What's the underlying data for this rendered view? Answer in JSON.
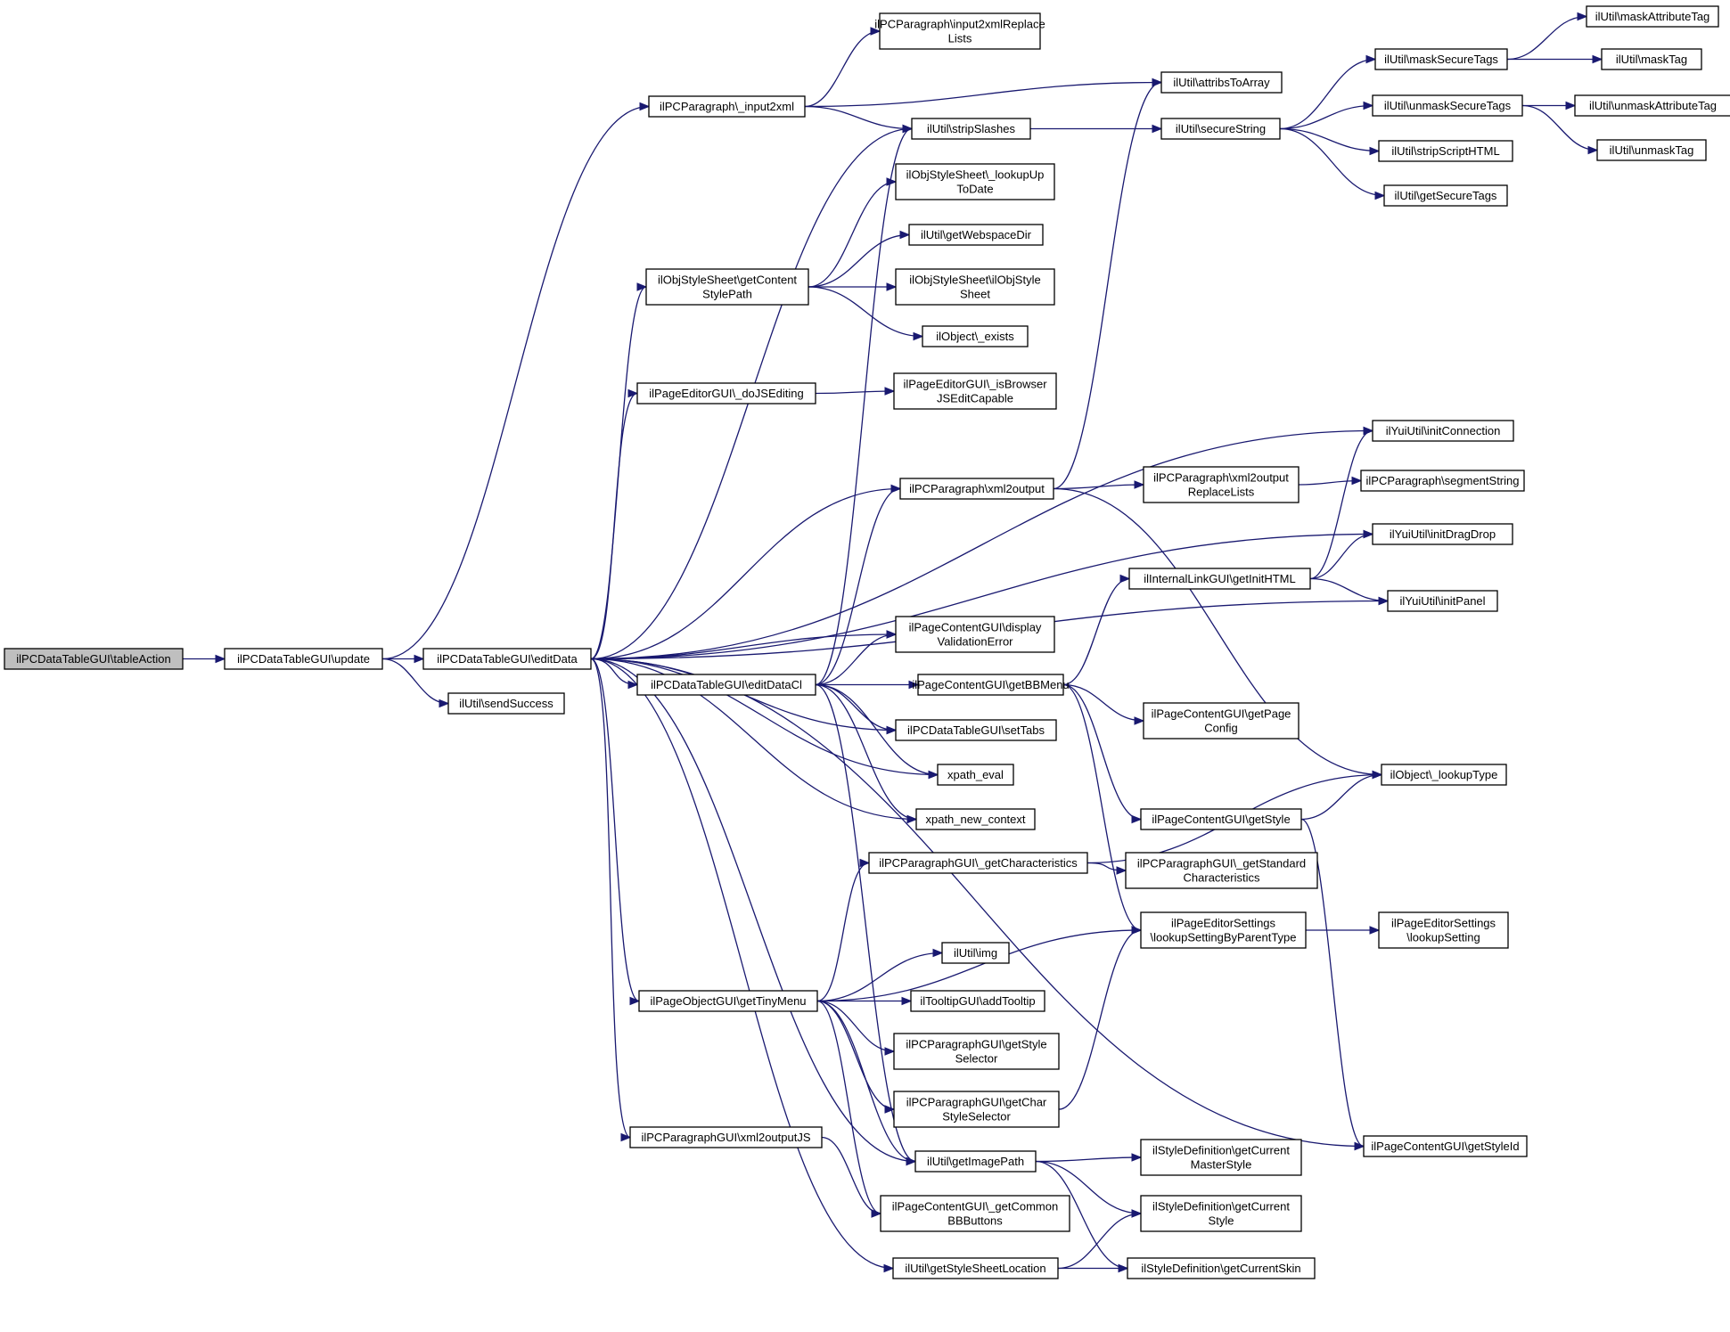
{
  "nodes": [
    {
      "id": "tableAction",
      "lines": [
        "ilPCDataTableGUI\\tableAction"
      ],
      "root": true
    },
    {
      "id": "update",
      "lines": [
        "ilPCDataTableGUI\\update"
      ]
    },
    {
      "id": "editData",
      "lines": [
        "ilPCDataTableGUI\\editData"
      ]
    },
    {
      "id": "sendSuccess",
      "lines": [
        "ilUtil\\sendSuccess"
      ]
    },
    {
      "id": "input2xml",
      "lines": [
        "ilPCParagraph\\_input2xml"
      ]
    },
    {
      "id": "input2xmlRL",
      "lines": [
        "ilPCParagraph\\input2xmlReplace",
        "Lists"
      ]
    },
    {
      "id": "attribsToArray",
      "lines": [
        "ilUtil\\attribsToArray"
      ]
    },
    {
      "id": "stripSlashes",
      "lines": [
        "ilUtil\\stripSlashes"
      ]
    },
    {
      "id": "secureString",
      "lines": [
        "ilUtil\\secureString"
      ]
    },
    {
      "id": "maskSecureTags",
      "lines": [
        "ilUtil\\maskSecureTags"
      ]
    },
    {
      "id": "maskAttributeTag",
      "lines": [
        "ilUtil\\maskAttributeTag"
      ]
    },
    {
      "id": "maskTag",
      "lines": [
        "ilUtil\\maskTag"
      ]
    },
    {
      "id": "unmaskSecureTags",
      "lines": [
        "ilUtil\\unmaskSecureTags"
      ]
    },
    {
      "id": "unmaskAttributeTag",
      "lines": [
        "ilUtil\\unmaskAttributeTag"
      ]
    },
    {
      "id": "unmaskTag",
      "lines": [
        "ilUtil\\unmaskTag"
      ]
    },
    {
      "id": "stripScriptHTML",
      "lines": [
        "ilUtil\\stripScriptHTML"
      ]
    },
    {
      "id": "getSecureTags",
      "lines": [
        "ilUtil\\getSecureTags"
      ]
    },
    {
      "id": "lookupUpToDate",
      "lines": [
        "ilObjStyleSheet\\_lookupUp",
        "ToDate"
      ]
    },
    {
      "id": "getContentStylePath",
      "lines": [
        "ilObjStyleSheet\\getContent",
        "StylePath"
      ]
    },
    {
      "id": "getWebspaceDir",
      "lines": [
        "ilUtil\\getWebspaceDir"
      ]
    },
    {
      "id": "ilObjStyleSheet",
      "lines": [
        "ilObjStyleSheet\\ilObjStyle",
        "Sheet"
      ]
    },
    {
      "id": "objExists",
      "lines": [
        "ilObject\\_exists"
      ]
    },
    {
      "id": "doJSEditing",
      "lines": [
        "ilPageEditorGUI\\_doJSEditing"
      ]
    },
    {
      "id": "isBrowserJS",
      "lines": [
        "ilPageEditorGUI\\_isBrowser",
        "JSEditCapable"
      ]
    },
    {
      "id": "initConnection",
      "lines": [
        "ilYuiUtil\\initConnection"
      ]
    },
    {
      "id": "xml2output",
      "lines": [
        "ilPCParagraph\\xml2output"
      ]
    },
    {
      "id": "xml2outputRL",
      "lines": [
        "ilPCParagraph\\xml2output",
        "ReplaceLists"
      ]
    },
    {
      "id": "segmentString",
      "lines": [
        "ilPCParagraph\\segmentString"
      ]
    },
    {
      "id": "initDragDrop",
      "lines": [
        "ilYuiUtil\\initDragDrop"
      ]
    },
    {
      "id": "getInitHTML",
      "lines": [
        "ilInternalLinkGUI\\getInitHTML"
      ]
    },
    {
      "id": "initPanel",
      "lines": [
        "ilYuiUtil\\initPanel"
      ]
    },
    {
      "id": "displayValidationError",
      "lines": [
        "ilPageContentGUI\\display",
        "ValidationError"
      ]
    },
    {
      "id": "editDataCl",
      "lines": [
        "ilPCDataTableGUI\\editDataCl"
      ]
    },
    {
      "id": "getBBMenu",
      "lines": [
        "ilPageContentGUI\\getBBMenu"
      ]
    },
    {
      "id": "setTabs",
      "lines": [
        "ilPCDataTableGUI\\setTabs"
      ]
    },
    {
      "id": "getPageConfig",
      "lines": [
        "ilPageContentGUI\\getPage",
        "Config"
      ]
    },
    {
      "id": "xpathEval",
      "lines": [
        "xpath_eval"
      ]
    },
    {
      "id": "lookupType",
      "lines": [
        "ilObject\\_lookupType"
      ]
    },
    {
      "id": "xpathNewContext",
      "lines": [
        "xpath_new_context"
      ]
    },
    {
      "id": "getStyle",
      "lines": [
        "ilPageContentGUI\\getStyle"
      ]
    },
    {
      "id": "getCharacteristics",
      "lines": [
        "ilPCParagraphGUI\\_getCharacteristics"
      ]
    },
    {
      "id": "getStandardChar",
      "lines": [
        "ilPCParagraphGUI\\_getStandard",
        "Characteristics"
      ]
    },
    {
      "id": "lookupSettingByParentType",
      "lines": [
        "ilPageEditorSettings",
        "\\lookupSettingByParentType"
      ]
    },
    {
      "id": "lookupSetting",
      "lines": [
        "ilPageEditorSettings",
        "\\lookupSetting"
      ]
    },
    {
      "id": "img",
      "lines": [
        "ilUtil\\img"
      ]
    },
    {
      "id": "getTinyMenu",
      "lines": [
        "ilPageObjectGUI\\getTinyMenu"
      ]
    },
    {
      "id": "addTooltip",
      "lines": [
        "ilTooltipGUI\\addTooltip"
      ]
    },
    {
      "id": "getStyleSelector",
      "lines": [
        "ilPCParagraphGUI\\getStyle",
        "Selector"
      ]
    },
    {
      "id": "getCharStyleSelector",
      "lines": [
        "ilPCParagraphGUI\\getChar",
        "StyleSelector"
      ]
    },
    {
      "id": "getStyleId",
      "lines": [
        "ilPageContentGUI\\getStyleId"
      ]
    },
    {
      "id": "xml2outputJS",
      "lines": [
        "ilPCParagraphGUI\\xml2outputJS"
      ]
    },
    {
      "id": "getImagePath",
      "lines": [
        "ilUtil\\getImagePath"
      ]
    },
    {
      "id": "getCurrentMasterStyle",
      "lines": [
        "ilStyleDefinition\\getCurrent",
        "MasterStyle"
      ]
    },
    {
      "id": "getCommonBB",
      "lines": [
        "ilPageContentGUI\\_getCommon",
        "BBButtons"
      ]
    },
    {
      "id": "getCurrentStyle",
      "lines": [
        "ilStyleDefinition\\getCurrent",
        "Style"
      ]
    },
    {
      "id": "getStyleSheetLocation",
      "lines": [
        "ilUtil\\getStyleSheetLocation"
      ]
    },
    {
      "id": "getCurrentSkin",
      "lines": [
        "ilStyleDefinition\\getCurrentSkin"
      ]
    }
  ],
  "edges": [
    [
      "tableAction",
      "update"
    ],
    [
      "update",
      "editData"
    ],
    [
      "update",
      "sendSuccess"
    ],
    [
      "update",
      "input2xml"
    ],
    [
      "input2xml",
      "input2xmlRL"
    ],
    [
      "input2xml",
      "attribsToArray"
    ],
    [
      "input2xml",
      "stripSlashes"
    ],
    [
      "stripSlashes",
      "secureString"
    ],
    [
      "secureString",
      "maskSecureTags"
    ],
    [
      "secureString",
      "unmaskSecureTags"
    ],
    [
      "secureString",
      "stripScriptHTML"
    ],
    [
      "secureString",
      "getSecureTags"
    ],
    [
      "maskSecureTags",
      "maskAttributeTag"
    ],
    [
      "maskSecureTags",
      "maskTag"
    ],
    [
      "unmaskSecureTags",
      "unmaskAttributeTag"
    ],
    [
      "unmaskSecureTags",
      "unmaskTag"
    ],
    [
      "editData",
      "stripSlashes"
    ],
    [
      "editData",
      "getContentStylePath"
    ],
    [
      "getContentStylePath",
      "lookupUpToDate"
    ],
    [
      "getContentStylePath",
      "getWebspaceDir"
    ],
    [
      "getContentStylePath",
      "ilObjStyleSheet"
    ],
    [
      "getContentStylePath",
      "objExists"
    ],
    [
      "editData",
      "doJSEditing"
    ],
    [
      "doJSEditing",
      "isBrowserJS"
    ],
    [
      "editData",
      "initConnection"
    ],
    [
      "editData",
      "xml2output"
    ],
    [
      "xml2output",
      "attribsToArray"
    ],
    [
      "xml2output",
      "xml2outputRL"
    ],
    [
      "xml2output",
      "lookupType"
    ],
    [
      "xml2outputRL",
      "segmentString"
    ],
    [
      "editData",
      "initDragDrop"
    ],
    [
      "editData",
      "initPanel"
    ],
    [
      "editData",
      "displayValidationError"
    ],
    [
      "editData",
      "editDataCl"
    ],
    [
      "editData",
      "setTabs"
    ],
    [
      "editData",
      "xpathEval"
    ],
    [
      "editData",
      "xpathNewContext"
    ],
    [
      "editData",
      "getTinyMenu"
    ],
    [
      "editData",
      "xml2outputJS"
    ],
    [
      "editData",
      "getImagePath"
    ],
    [
      "editData",
      "getStyleSheetLocation"
    ],
    [
      "editData",
      "getStyleId"
    ],
    [
      "editDataCl",
      "stripSlashes"
    ],
    [
      "editDataCl",
      "xml2output"
    ],
    [
      "editDataCl",
      "displayValidationError"
    ],
    [
      "editDataCl",
      "getBBMenu"
    ],
    [
      "editDataCl",
      "setTabs"
    ],
    [
      "editDataCl",
      "xpathEval"
    ],
    [
      "editDataCl",
      "xpathNewContext"
    ],
    [
      "editDataCl",
      "getImagePath"
    ],
    [
      "getBBMenu",
      "getInitHTML"
    ],
    [
      "getBBMenu",
      "getPageConfig"
    ],
    [
      "getBBMenu",
      "getStyle"
    ],
    [
      "getBBMenu",
      "lookupSettingByParentType"
    ],
    [
      "getInitHTML",
      "initConnection"
    ],
    [
      "getInitHTML",
      "initDragDrop"
    ],
    [
      "getInitHTML",
      "initPanel"
    ],
    [
      "getStyle",
      "lookupType"
    ],
    [
      "getStyle",
      "getStyleId"
    ],
    [
      "getTinyMenu",
      "getCharacteristics"
    ],
    [
      "getTinyMenu",
      "lookupSettingByParentType"
    ],
    [
      "getTinyMenu",
      "img"
    ],
    [
      "getTinyMenu",
      "addTooltip"
    ],
    [
      "getTinyMenu",
      "getStyleSelector"
    ],
    [
      "getTinyMenu",
      "getCharStyleSelector"
    ],
    [
      "getTinyMenu",
      "getImagePath"
    ],
    [
      "getTinyMenu",
      "getCommonBB"
    ],
    [
      "getCharacteristics",
      "lookupType"
    ],
    [
      "getCharacteristics",
      "getStandardChar"
    ],
    [
      "lookupSettingByParentType",
      "lookupSetting"
    ],
    [
      "getCharStyleSelector",
      "lookupSettingByParentType"
    ],
    [
      "xml2outputJS",
      "getCommonBB"
    ],
    [
      "getImagePath",
      "getCurrentMasterStyle"
    ],
    [
      "getImagePath",
      "getCurrentStyle"
    ],
    [
      "getImagePath",
      "getCurrentSkin"
    ],
    [
      "getStyleSheetLocation",
      "getCurrentStyle"
    ],
    [
      "getStyleSheetLocation",
      "getCurrentSkin"
    ]
  ]
}
